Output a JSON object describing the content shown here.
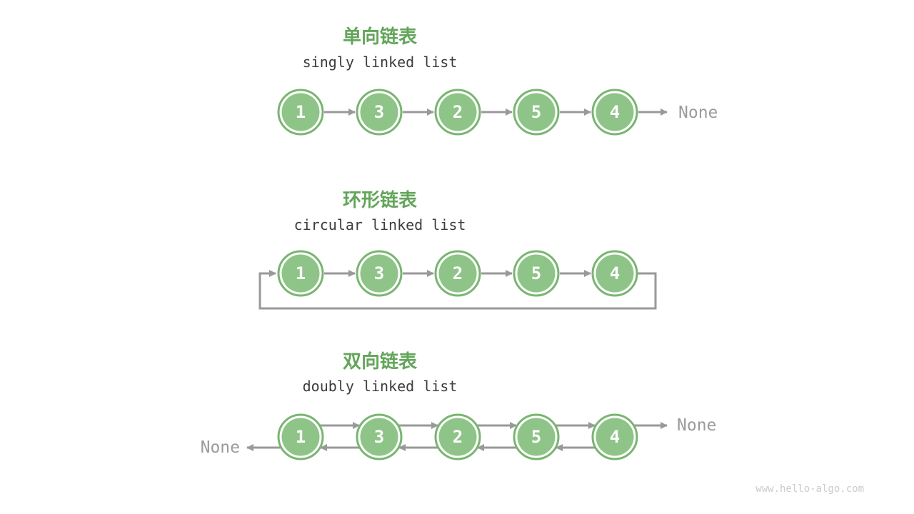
{
  "figure": {
    "watermark": "www.hello-algo.com"
  },
  "colors": {
    "title_green": "#63a55a",
    "node_fill": "#8ec487",
    "node_ring": "#79b571",
    "node_gap": "#ffffff",
    "node_text": "#ffffff",
    "arrow_gray": "#999999",
    "text_dark": "#3c3c3c",
    "none_gray": "#9b9b9b",
    "watermark_gray": "#cbcbcb"
  },
  "sections": [
    {
      "id": "singly",
      "type": "singly",
      "title": "单向链表",
      "subtitle": "singly linked list",
      "nodes": [
        "1",
        "3",
        "2",
        "5",
        "4"
      ],
      "tail_label": "None"
    },
    {
      "id": "circular",
      "type": "circular",
      "title": "环形链表",
      "subtitle": "circular linked list",
      "nodes": [
        "1",
        "3",
        "2",
        "5",
        "4"
      ]
    },
    {
      "id": "doubly",
      "type": "doubly",
      "title": "双向链表",
      "subtitle": "doubly linked list",
      "nodes": [
        "1",
        "3",
        "2",
        "5",
        "4"
      ],
      "head_label": "None",
      "tail_label": "None"
    }
  ]
}
